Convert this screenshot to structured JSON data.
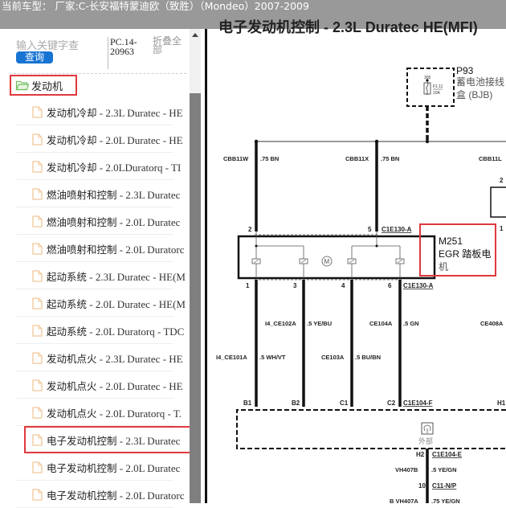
{
  "header": {
    "current_model": "当前车型： 厂家:C-长安福特蒙迪欧（致胜）（Mondeo）2007-2009"
  },
  "sidebar": {
    "search_placeholder": "输入关键字查",
    "query_button": "查询",
    "version_line1": "PC.14-",
    "version_line2": "20963",
    "collapse_all": "折叠全部",
    "root": {
      "label": "发动机",
      "icon": "folder-icon",
      "highlighted": true
    },
    "items": [
      {
        "cn": "发动机冷却",
        "en": " - 2.3L Duratec - HE"
      },
      {
        "cn": "发动机冷却",
        "en": " - 2.0L Duratec - HE"
      },
      {
        "cn": "发动机冷却",
        "en": " - 2.0LDuratorq - TI"
      },
      {
        "cn": "燃油喷射和控制",
        "en": " - 2.3L Duratec"
      },
      {
        "cn": "燃油喷射和控制",
        "en": " - 2.0L Duratec"
      },
      {
        "cn": "燃油喷射和控制",
        "en": " - 2.0L Duratorc"
      },
      {
        "cn": "起动系统",
        "en": " - 2.3L Duratec - HE(M"
      },
      {
        "cn": "起动系统",
        "en": " - 2.0L Duratec - HE(M"
      },
      {
        "cn": "起动系统",
        "en": " - 2.0L Duratorq - TDC"
      },
      {
        "cn": "发动机点火",
        "en": " - 2.3L Duratec - HE"
      },
      {
        "cn": "发动机点火",
        "en": " - 2.0L Duratec - HE"
      },
      {
        "cn": "发动机点火",
        "en": " - 2.0L Duratorq - T."
      },
      {
        "cn": "电子发动机控制",
        "en": " - 2.3L Duratec",
        "selected": true
      },
      {
        "cn": "电子发动机控制",
        "en": " - 2.0L Duratec"
      },
      {
        "cn": "电子发动机控制",
        "en": " - 2.0L Duratorc"
      }
    ]
  },
  "diagram": {
    "title_partial": "电子发动机控制 - 2.3L Duratec HE(MFI)",
    "fuse_box": {
      "id": "P93",
      "name_line1": "蓄电池接线",
      "name_line2": "盒 (BJB)",
      "pin": "305",
      "fuse": "F1.11",
      "rating": "10A"
    },
    "top_wires": [
      {
        "circuit": "CBB11W",
        "gauge_color": ".75 BN"
      },
      {
        "circuit": "CBB11X",
        "gauge_color": ".75 BN"
      },
      {
        "circuit": "CBB11L",
        "gauge_color": ""
      }
    ],
    "motor": {
      "id": "M251",
      "name_line1": "EGR 踏板电",
      "name_line2": "机",
      "connector_top": "C1E130-A",
      "connector_bottom": "C1E130-A",
      "pins_top": [
        "2",
        "5"
      ],
      "pins_bottom": [
        "1",
        "3",
        "4",
        "6"
      ]
    },
    "right_component_pins": [
      "2",
      "1"
    ],
    "mid_wires": [
      {
        "circuit": "I4_CE101A",
        "gauge_color": ".5 WH/VT"
      },
      {
        "circuit": "I4_CE102A",
        "gauge_color": ".5 YE/BU"
      },
      {
        "circuit": "CE103A",
        "gauge_color": ".5 BU/BN"
      },
      {
        "circuit": "CE104A",
        "gauge_color": ".5 GN"
      },
      {
        "circuit": "CE408A",
        "gauge_color": ""
      }
    ],
    "ecm_pins": [
      "B1",
      "B2",
      "C1",
      "C2",
      "H1",
      "H2"
    ],
    "ecm_connector_top": "C1E104-F",
    "ecm_connector_bottom": "C1E104-E",
    "external_label": "外部",
    "bottom_wires": [
      {
        "circuit": "VH407B",
        "gauge_color": ".5 YE/GN"
      },
      {
        "circuit": "VH407A",
        "gauge_color": ".75 YE/GN",
        "prefix": "B"
      }
    ],
    "inline_connector": {
      "pin": "10",
      "id": "C11-N/P"
    }
  },
  "colors": {
    "header_bg": "#999999",
    "highlight_red": "#e0393e",
    "query_blue": "#1874d2",
    "scroll_thumb": "#7f7f7f",
    "folder_green": "#6fbf5f",
    "file_orange": "#f0c89a"
  }
}
